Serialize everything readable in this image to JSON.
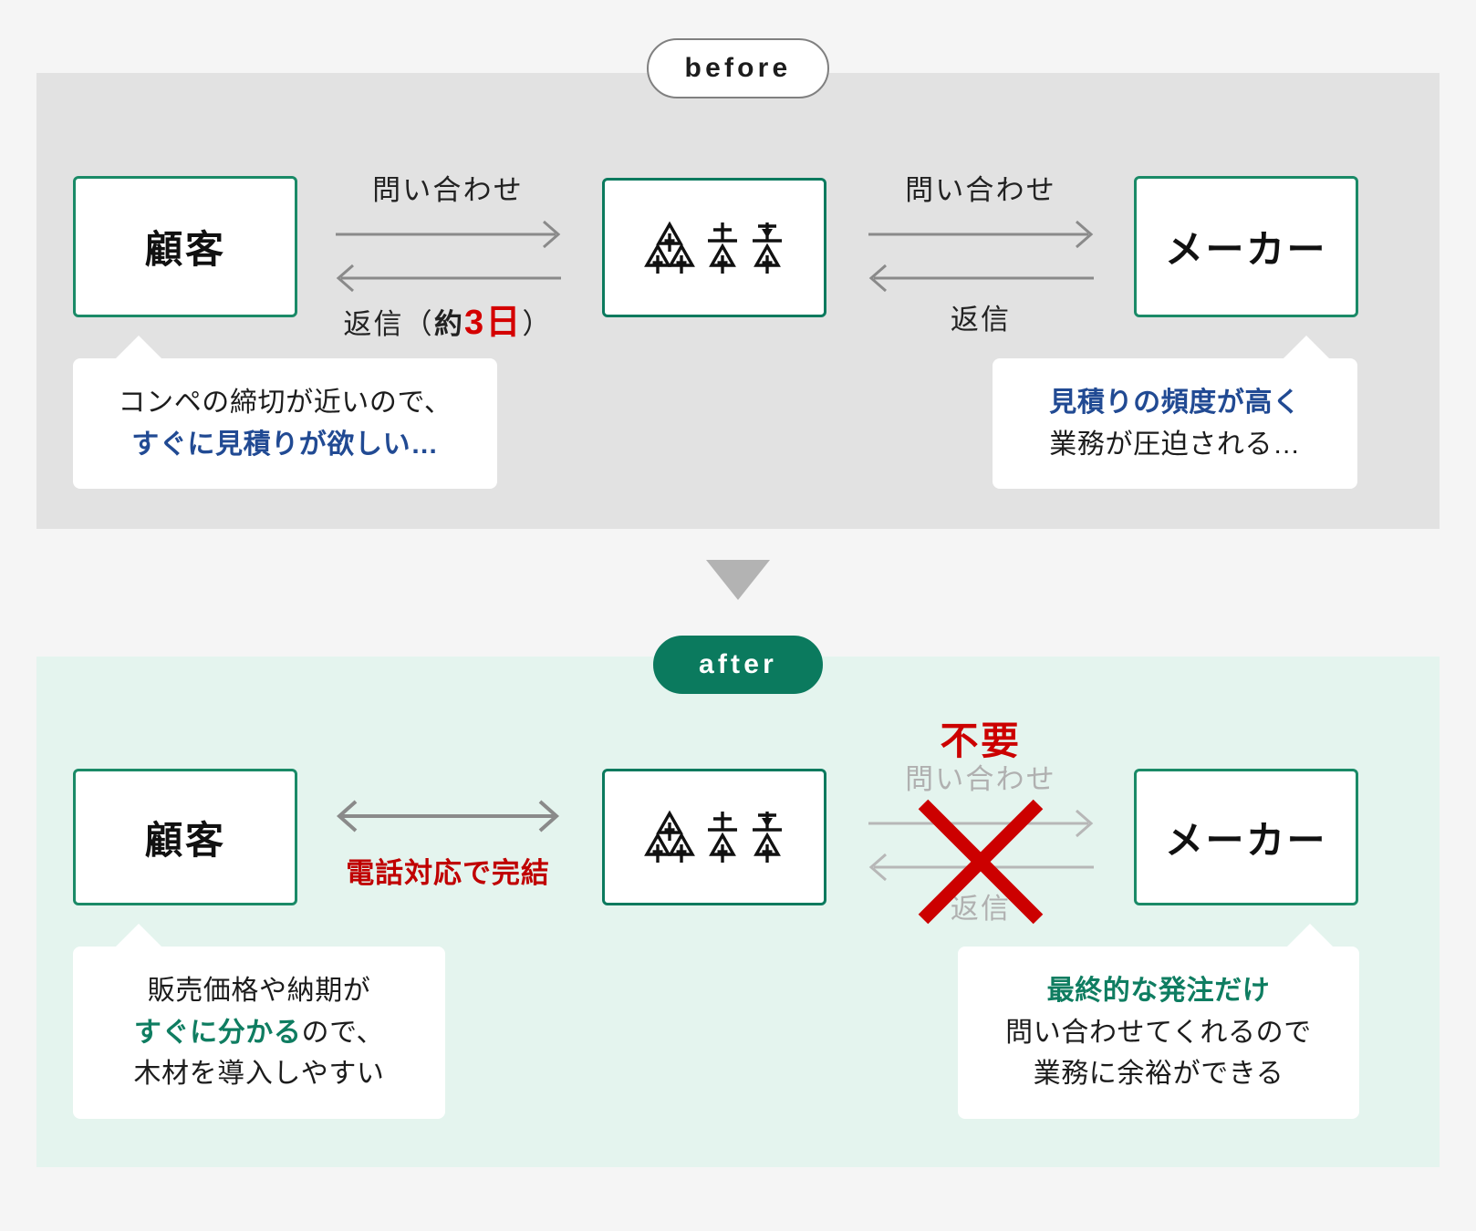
{
  "page": {
    "background": "#f5f5f5"
  },
  "colors": {
    "panel_before_bg": "#e2e2e2",
    "panel_after_bg": "#e4f4ee",
    "brand_green": "#0b7a5e",
    "box_border_green": "#1a8a67",
    "accent_red": "#cc0000",
    "accent_navy": "#214a93",
    "muted_gray": "#b0b0b0",
    "arrow_gray": "#8a8a8a"
  },
  "before": {
    "badge": "before",
    "nodes": {
      "customer": "顧客",
      "company_logo": "logo-mark",
      "maker": "メーカー"
    },
    "arrows": {
      "left": {
        "top_label": "問い合わせ",
        "bottom_label_prefix": "返信（",
        "bottom_label_bold": "約",
        "bottom_label_red": "3日",
        "bottom_label_suffix": "）"
      },
      "right": {
        "top_label": "問い合わせ",
        "bottom_label": "返信"
      }
    },
    "bubbles": {
      "customer": {
        "line1": "コンペの締切が近いので、",
        "line2": "すぐに見積りが欲しい…"
      },
      "maker": {
        "line1": "見積りの頻度が高く",
        "line2": "業務が圧迫される…"
      }
    }
  },
  "divider": {
    "icon": "triangle-down-icon"
  },
  "after": {
    "badge": "after",
    "nodes": {
      "customer": "顧客",
      "company_logo": "logo-mark",
      "maker": "メーカー"
    },
    "arrows": {
      "left": {
        "caption": "電話対応で完結"
      },
      "right": {
        "heading": "不要",
        "top_label": "問い合わせ",
        "bottom_label": "返信",
        "cancel_icon": "x-cross-icon"
      }
    },
    "bubbles": {
      "customer": {
        "line1": "販売価格や納期が",
        "line2_bold": "すぐに分かる",
        "line2_rest": "ので、",
        "line3": "木材を導入しやすい"
      },
      "maker": {
        "line1": "最終的な発注だけ",
        "line2": "問い合わせてくれるので",
        "line3": "業務に余裕ができる"
      }
    }
  }
}
